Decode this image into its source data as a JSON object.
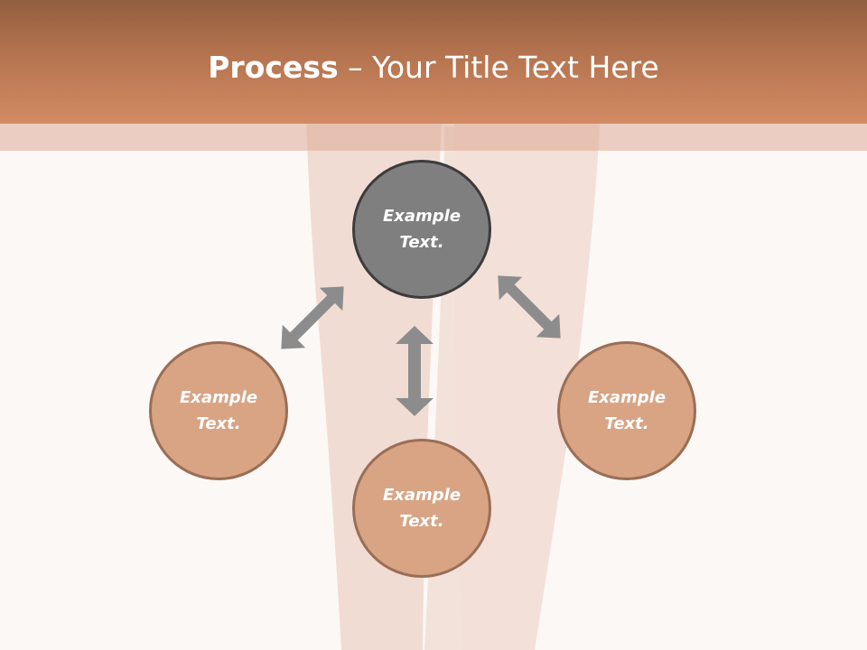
{
  "slide": {
    "title_bold": "Process",
    "title_dash": " – ",
    "title_rest": "Your Title Text Here"
  },
  "diagram": {
    "nodes": [
      {
        "id": "top",
        "label": "Example Text."
      },
      {
        "id": "left",
        "label": "Example Text."
      },
      {
        "id": "bottom",
        "label": "Example Text."
      },
      {
        "id": "right",
        "label": "Example Text."
      }
    ],
    "connectors": [
      {
        "from": "top",
        "to": "left",
        "type": "double-arrow"
      },
      {
        "from": "top",
        "to": "bottom",
        "type": "double-arrow"
      },
      {
        "from": "top",
        "to": "right",
        "type": "double-arrow"
      }
    ]
  },
  "colors": {
    "header": "#c47f59",
    "center_node": "#7f7f7f",
    "outer_node": "#d8a484",
    "arrow": "#8c8c8c",
    "background": "#fcf8f6"
  }
}
